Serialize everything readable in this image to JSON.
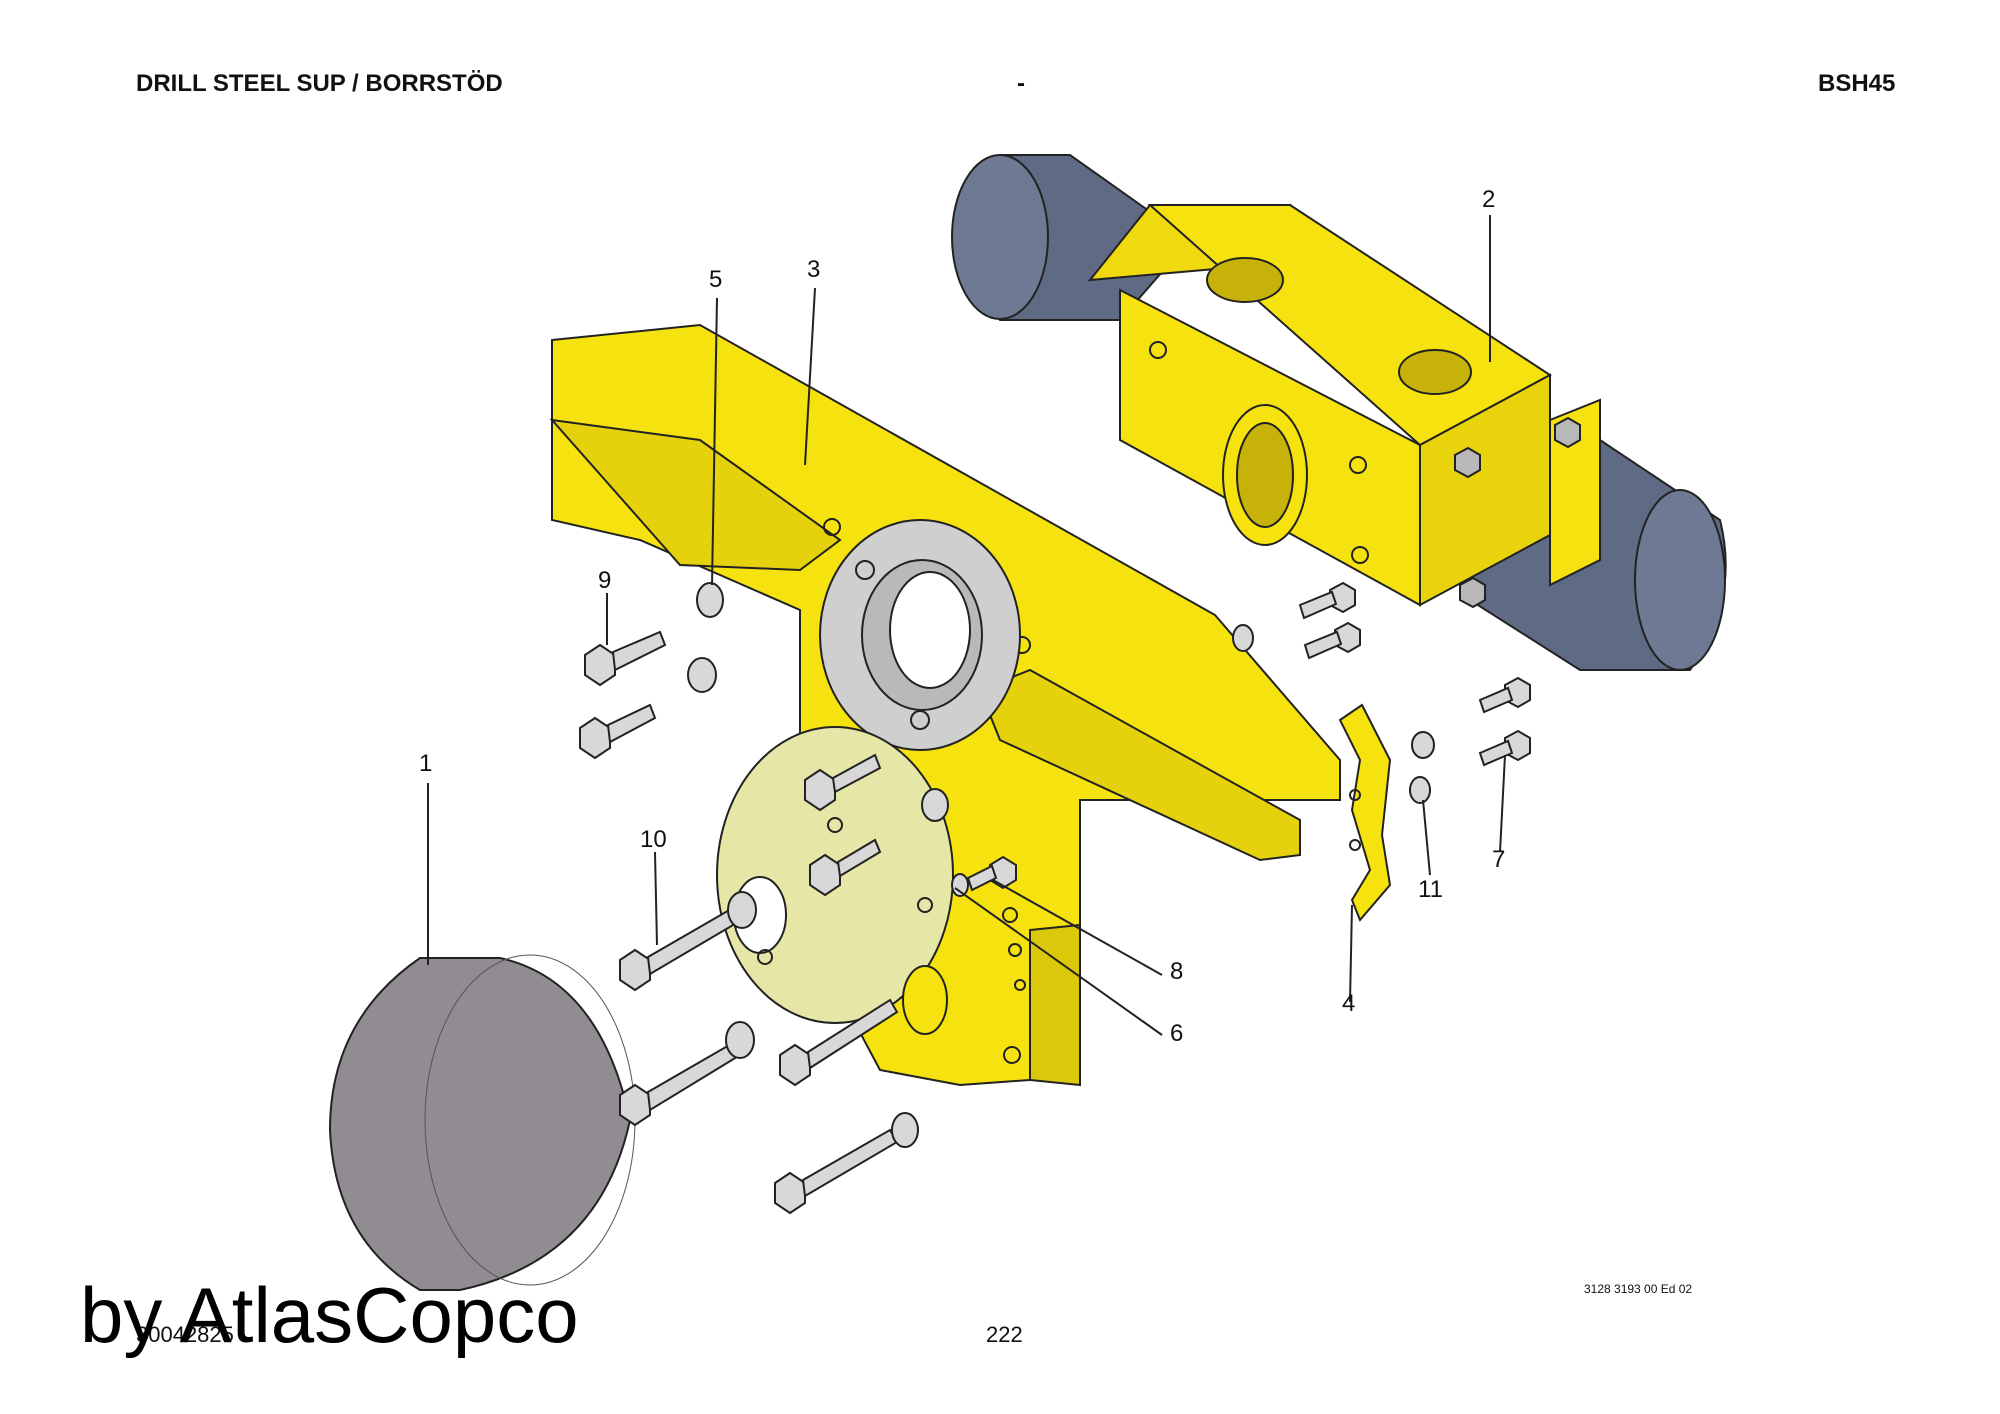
{
  "header": {
    "title": "DRILL STEEL SUP / BORRSTÖD",
    "center": "-",
    "model": "BSH45"
  },
  "callouts": [
    "1",
    "2",
    "3",
    "4",
    "5",
    "6",
    "7",
    "8",
    "9",
    "10",
    "11"
  ],
  "footer": {
    "doc_ref": "3128 3193 00 Ed 02",
    "page_number": "222",
    "figure_id": "30042825"
  },
  "watermark": "by AtlasCopco",
  "colors": {
    "yellow_part": "#f6e20f",
    "cylinder": "#5f6b84",
    "cover_disc": "#908c92",
    "flange_plate": "#e6e6a6",
    "grey_ring": "#cfcfcf"
  }
}
